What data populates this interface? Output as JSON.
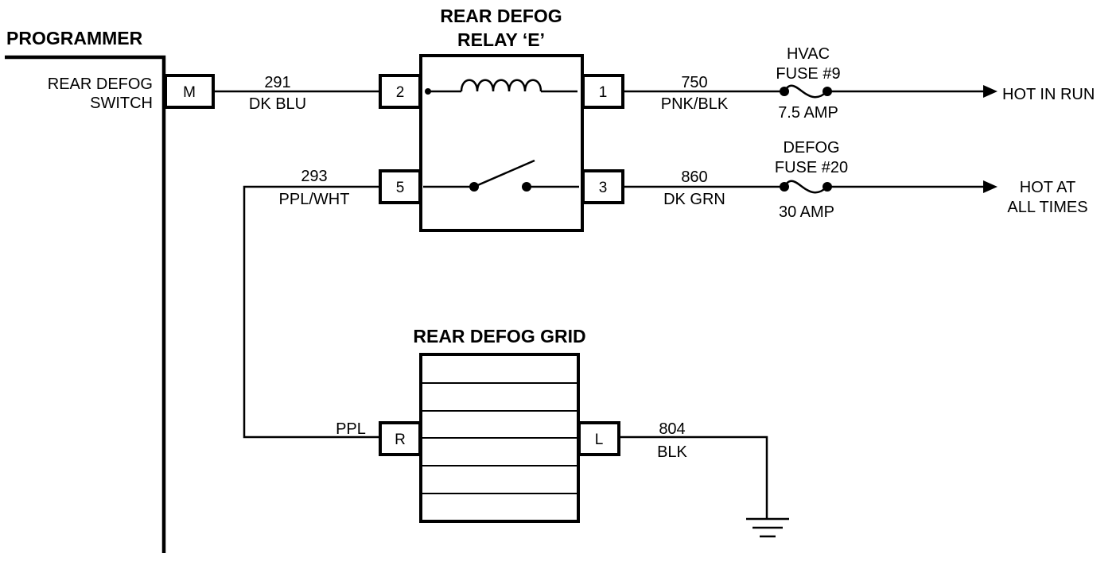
{
  "programmer": {
    "title": "PROGRAMMER",
    "switch_line1": "REAR DEFOG",
    "switch_line2": "SWITCH",
    "pin": "M"
  },
  "relay": {
    "title_line1": "REAR DEFOG",
    "title_line2": "RELAY ‘E’",
    "pins": {
      "coil_in": "2",
      "coil_out": "1",
      "switch_in": "5",
      "switch_out": "3"
    }
  },
  "wires": {
    "w291": {
      "number": "291",
      "color": "DK BLU"
    },
    "w750": {
      "number": "750",
      "color": "PNK/BLK"
    },
    "w293": {
      "number": "293",
      "color": "PPL/WHT"
    },
    "w860": {
      "number": "860",
      "color": "DK GRN"
    },
    "ppl": {
      "color": "PPL"
    },
    "w804": {
      "number": "804",
      "color": "BLK"
    }
  },
  "fuses": {
    "hvac": {
      "line1": "HVAC",
      "line2": "FUSE #9",
      "rating": "7.5 AMP"
    },
    "defog": {
      "line1": "DEFOG",
      "line2": "FUSE #20",
      "rating": "30 AMP"
    }
  },
  "power": {
    "run": {
      "line1": "HOT IN RUN"
    },
    "all": {
      "line1": "HOT AT",
      "line2": "ALL TIMES"
    }
  },
  "grid": {
    "title": "REAR DEFOG GRID",
    "pin_right": "R",
    "pin_left": "L"
  }
}
